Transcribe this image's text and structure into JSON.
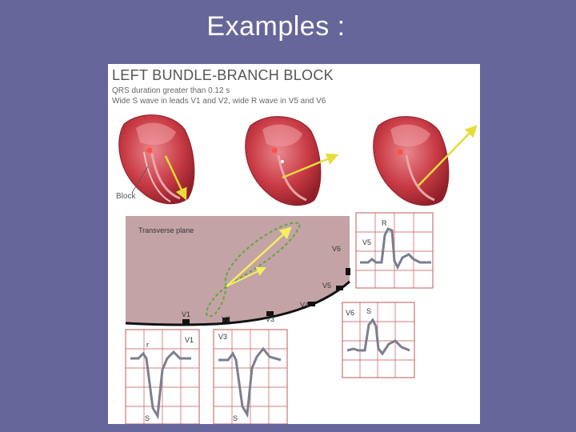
{
  "slide": {
    "title": "Examples :"
  },
  "figure": {
    "title": "LEFT BUNDLE-BRANCH BLOCK",
    "line1": "QRS duration greater than 0.12 s",
    "line2": "Wide S wave in leads V1 and V2, wide R wave in V5 and V6",
    "block_label": "Block",
    "plane_label": "Transverse plane",
    "leads": {
      "v1": "V1",
      "v2": "V2",
      "v3": "V3",
      "v4": "V4",
      "v5": "V5",
      "v6": "V6"
    },
    "waves": {
      "r_small": "r",
      "s_upper": "S",
      "r_upper": "R",
      "s_lower": "S"
    }
  },
  "colors": {
    "background": "#66669a",
    "heart": "#c83a44",
    "plane": "#c4a3a6",
    "grid": "#c55a5a",
    "trace": "#7a7f8e",
    "loop": "#5fa83a",
    "vector": "#e8dc3a"
  }
}
